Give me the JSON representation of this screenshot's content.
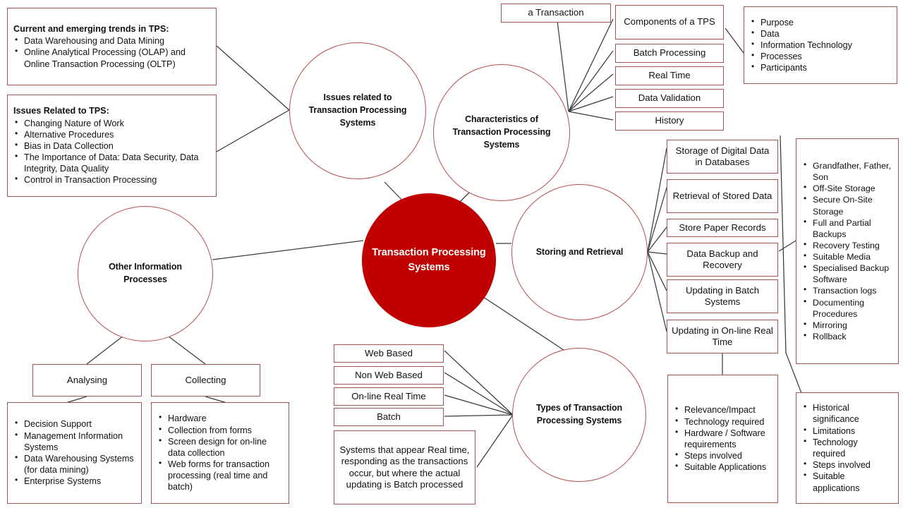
{
  "diagram": {
    "title": "Transaction Processing Systems mind map",
    "accent_red": "#C00000",
    "outline_red": "#b4504f",
    "box_border": "#a05454"
  },
  "center_node": {
    "label": "Transaction Processing Systems"
  },
  "branches": {
    "issues": {
      "label": "Issues related to Transaction Processing Systems"
    },
    "characteristics": {
      "label": "Characteristics of Transaction Processing Systems"
    },
    "other_processes": {
      "label": "Other Information Processes"
    },
    "storing": {
      "label": "Storing and Retrieval"
    },
    "types": {
      "label": "Types of Transaction Processing Systems"
    }
  },
  "panels": {
    "trends": {
      "header": "Current and emerging trends in TPS:",
      "items": [
        "Data Warehousing and Data Mining",
        "Online Analytical Processing (OLAP) and Online Transaction Processing (OLTP)"
      ]
    },
    "issues_list": {
      "header": "Issues Related to TPS:",
      "items": [
        "Changing Nature of Work",
        "Alternative Procedures",
        "Bias in Data Collection",
        "The Importance of Data: Data Security, Data Integrity, Data Quality",
        "Control in Transaction Processing"
      ]
    },
    "components_list": {
      "items": [
        "Purpose",
        "Data",
        "Information Technology",
        "Processes",
        "Participants"
      ]
    },
    "backup_list": {
      "items": [
        "Grandfather, Father, Son",
        "Off-Site Storage",
        "Secure On-Site Storage",
        "Full and Partial Backups",
        "Recovery Testing",
        "Suitable Media",
        "Specialised Backup Software",
        "Transaction logs",
        "Documenting Procedures",
        "Mirroring",
        "Rollback"
      ]
    },
    "types_detail_list": {
      "items": [
        "Relevance/Impact",
        "Technology required",
        "Hardware / Software requirements",
        "Steps involved",
        "Suitable Applications"
      ]
    },
    "historical_list": {
      "items": [
        "Historical significance",
        "Limitations",
        "Technology required",
        "Steps involved",
        "Suitable applications"
      ]
    },
    "analysing_list": {
      "items": [
        "Decision Support",
        "Management Information Systems",
        "Data Warehousing Systems (for data mining)",
        "Enterprise Systems"
      ]
    },
    "collecting_list": {
      "items": [
        "Hardware",
        "Collection from forms",
        "Screen design for on-line data collection",
        "Web forms for transaction processing (real time and batch)"
      ]
    }
  },
  "boxes": {
    "a_transaction": "a Transaction",
    "components_of_tps": "Components of a TPS",
    "batch_processing": "Batch Processing",
    "real_time": "Real Time",
    "data_validation": "Data Validation",
    "history": "History",
    "storage_digital": "Storage of Digital Data in Databases",
    "retrieval_stored": "Retrieval of Stored Data",
    "store_paper": "Store Paper Records",
    "data_backup": "Data Backup and Recovery",
    "updating_batch": "Updating in Batch Systems",
    "updating_online": "Updating in On-line Real Time",
    "web_based": "Web Based",
    "non_web_based": "Non Web Based",
    "online_real_time": "On-line Real Time",
    "batch": "Batch",
    "batch_description": "Systems that appear Real time, responding as the transactions occur, but where the actual updating is Batch processed",
    "analysing": "Analysing",
    "collecting": "Collecting"
  }
}
